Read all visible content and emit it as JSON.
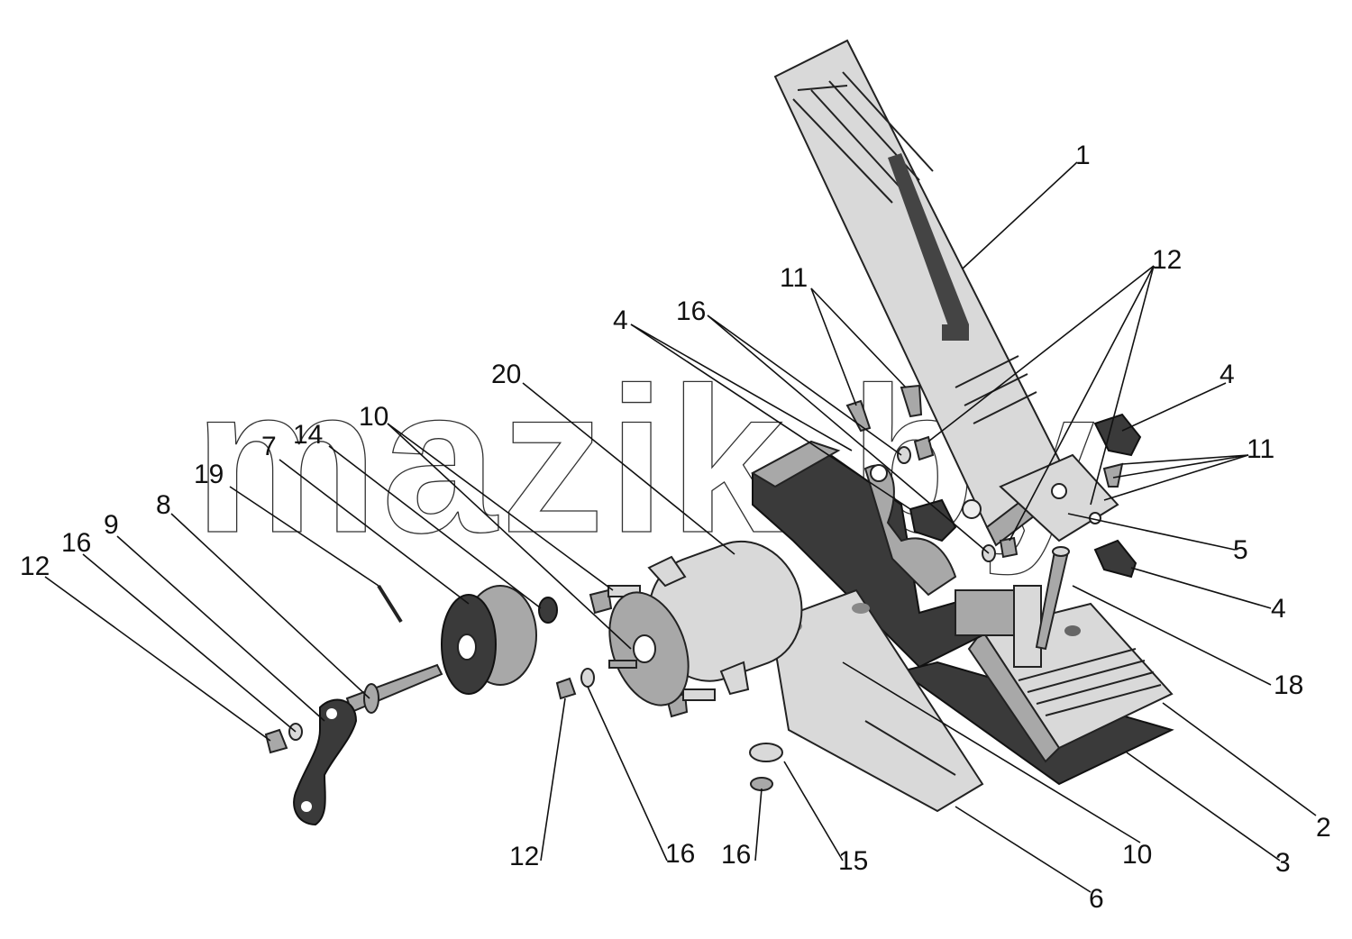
{
  "watermark": "mazik.by",
  "callouts": [
    {
      "id": "c1",
      "text": "1"
    },
    {
      "id": "c12a",
      "text": "12"
    },
    {
      "id": "c11a",
      "text": "11"
    },
    {
      "id": "c16a",
      "text": "16"
    },
    {
      "id": "c4a",
      "text": "4"
    },
    {
      "id": "c20",
      "text": "20"
    },
    {
      "id": "c10a",
      "text": "10"
    },
    {
      "id": "c14",
      "text": "14"
    },
    {
      "id": "c7",
      "text": "7"
    },
    {
      "id": "c19",
      "text": "19"
    },
    {
      "id": "c8",
      "text": "8"
    },
    {
      "id": "c9",
      "text": "9"
    },
    {
      "id": "c16b",
      "text": "16"
    },
    {
      "id": "c12b",
      "text": "12"
    },
    {
      "id": "c4b",
      "text": "4"
    },
    {
      "id": "c11b",
      "text": "11"
    },
    {
      "id": "c5",
      "text": "5"
    },
    {
      "id": "c4c",
      "text": "4"
    },
    {
      "id": "c18",
      "text": "18"
    },
    {
      "id": "c2",
      "text": "2"
    },
    {
      "id": "c3",
      "text": "3"
    },
    {
      "id": "c10b",
      "text": "10"
    },
    {
      "id": "c6",
      "text": "6"
    },
    {
      "id": "c15",
      "text": "15"
    },
    {
      "id": "c16c",
      "text": "16"
    },
    {
      "id": "c16d",
      "text": "16"
    },
    {
      "id": "c12c",
      "text": "12"
    }
  ]
}
